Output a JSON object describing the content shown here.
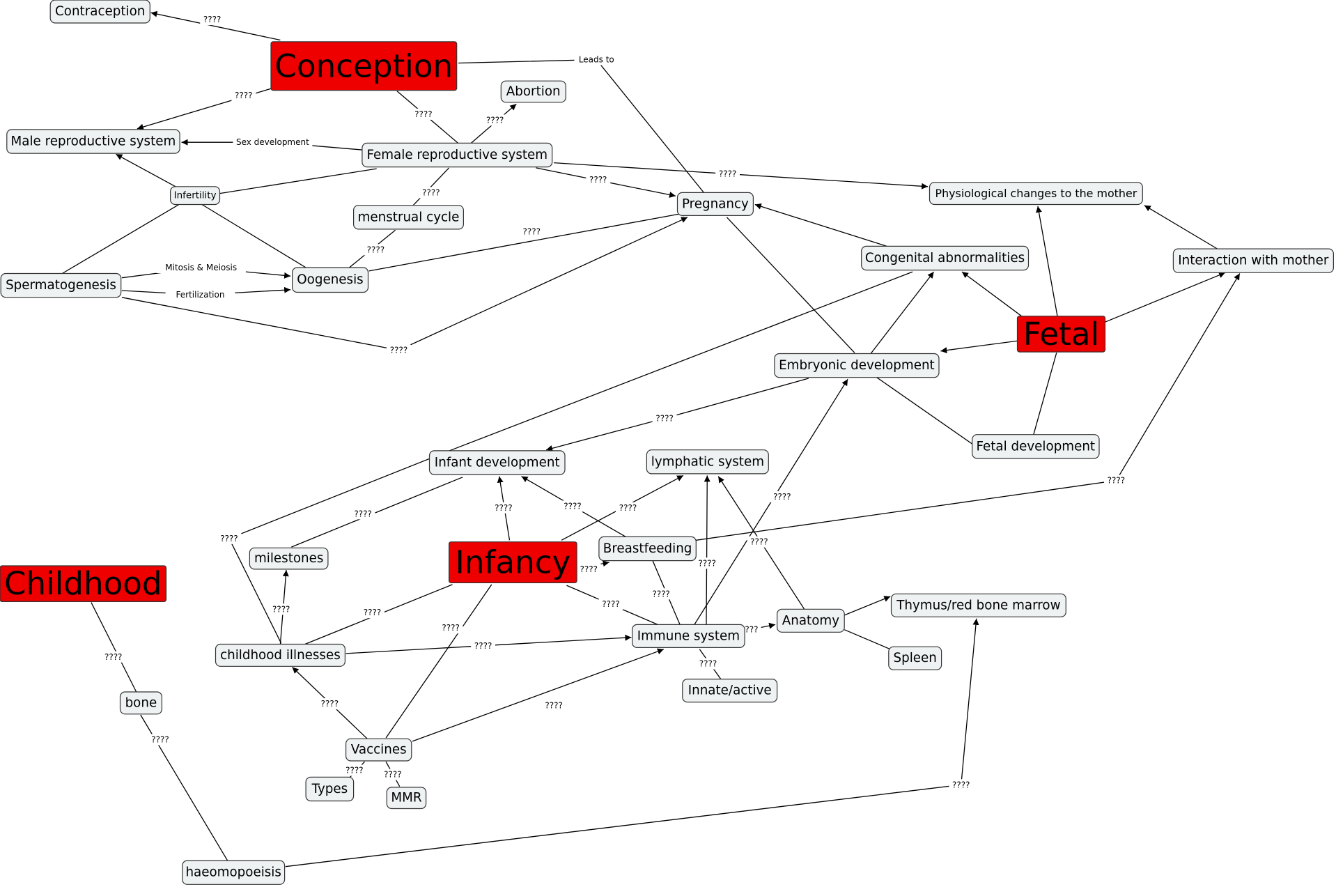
{
  "colors": {
    "main_node_fill": "#ee0000",
    "node_fill": "#eef2f3",
    "node_border": "#333333",
    "edge": "#000000"
  },
  "nodes": {
    "contraception": "Contraception",
    "conception": "Conception",
    "abortion": "Abortion",
    "male_repro": "Male reproductive system",
    "female_repro": "Female reproductive system",
    "infertility": "Infertility",
    "menstrual": "menstrual cycle",
    "pregnancy": "Pregnancy",
    "physio": "Physiological changes to the mother",
    "congenital": "Congenital abnormalities",
    "interaction": "Interaction with mother",
    "spermatogenesis": "Spermatogenesis",
    "oogenesis": "Oogenesis",
    "fetal": "Fetal",
    "embryonic": "Embryonic development",
    "fetal_dev": "Fetal development",
    "infant_dev": "Infant development",
    "lymphatic": "lymphatic system",
    "infancy": "Infancy",
    "breastfeeding": "Breastfeeding",
    "milestones": "milestones",
    "childhood": "Childhood",
    "anatomy": "Anatomy",
    "thymus": "Thymus/red bone marrow",
    "immune": "Immune system",
    "childhood_illnesses": "childhood illnesses",
    "spleen": "Spleen",
    "innate": "Innate/active",
    "bone": "bone",
    "vaccines": "Vaccines",
    "types": "Types",
    "mmr": "MMR",
    "haemopoeisis": "haeomopoeisis"
  },
  "edges": {
    "conc_contra": "????",
    "conc_preg": "Leads to",
    "conc_male": "????",
    "conc_female": "????",
    "female_abortion": "????",
    "female_male": "Sex development",
    "female_menstrual": "????",
    "female_preg": "????",
    "female_physio": "????",
    "menstrual_oogen": "????",
    "oogen_preg": "????",
    "sperm_oogen_mitosis": "Mitosis & Meiosis",
    "sperm_oogen_fert": "Fertilization",
    "sperm_preg": "????",
    "embryo_infant": "????",
    "breast_interaction": "????",
    "infancy_infant": "????",
    "breast_infant": "????",
    "infancy_lymph": "????",
    "infant_milestones": "????",
    "congenital_illnesses": "????",
    "infancy_breast": "????",
    "immune_embryo": "????",
    "anatomy_lymph": "????",
    "immune_lymph": "????",
    "breast_immune": "????",
    "infancy_immune": "????",
    "immune_anatomy": "???",
    "illnesses_milestones": "????",
    "infancy_illnesses": "????",
    "illnesses_immune": "????",
    "infancy_vaccines": "????",
    "immune_innate": "????",
    "vaccines_illnesses": "????",
    "vaccines_immune": "????",
    "childhood_bone": "????",
    "bone_haemo": "????",
    "vaccines_types": "????",
    "vaccines_mmr": "????",
    "haemo_thymus": "????"
  }
}
